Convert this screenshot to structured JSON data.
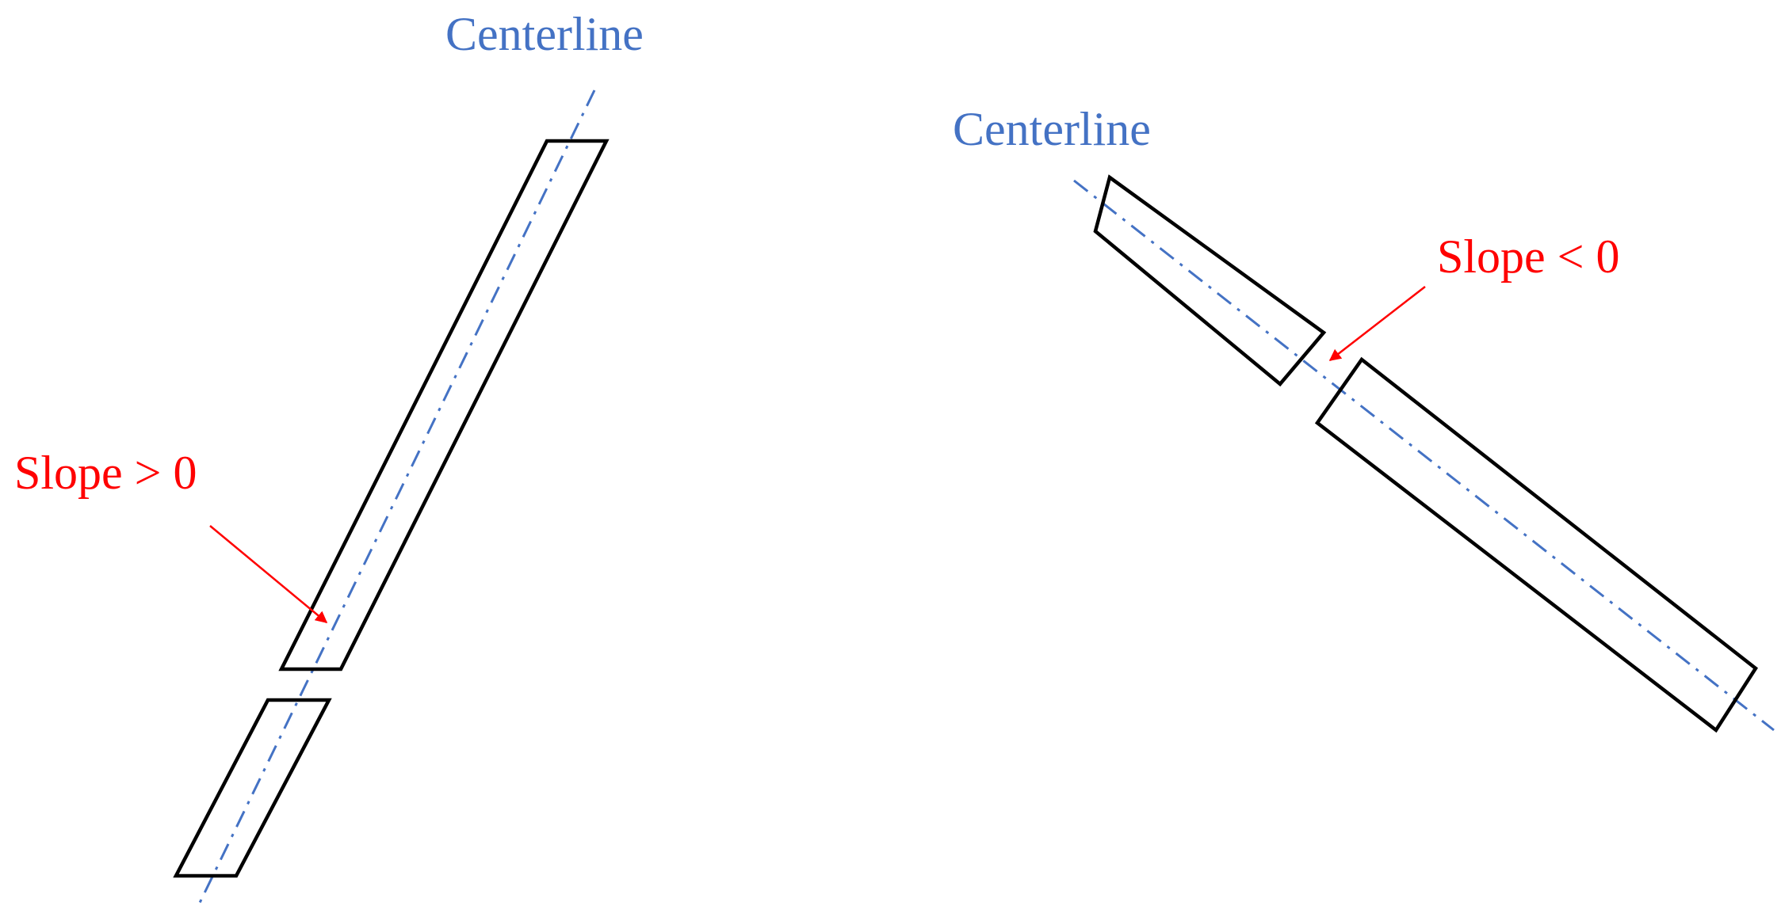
{
  "labels": {
    "left_centerline": "Centerline",
    "right_centerline": "Centerline",
    "left_slope": "Slope > 0",
    "right_slope": "Slope < 0"
  },
  "colors": {
    "centerline": "#4472C4",
    "slope": "#FF0000",
    "box": "#000000"
  }
}
